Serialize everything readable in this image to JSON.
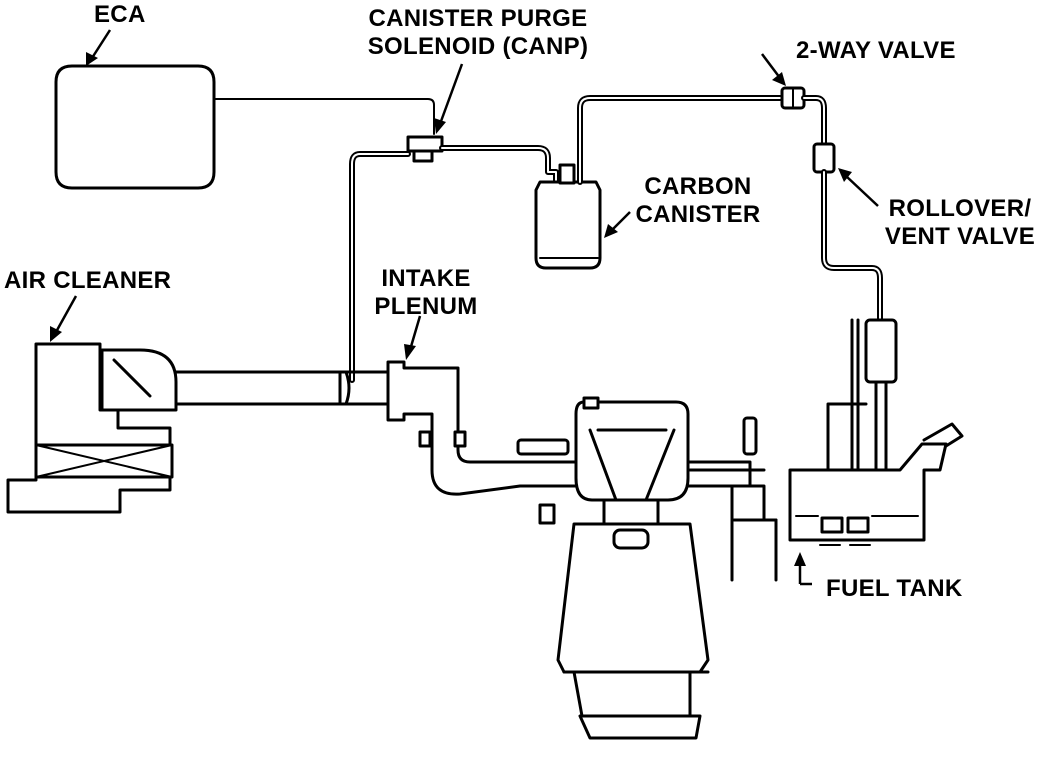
{
  "labels": {
    "eca": "ECA",
    "canp_line1": "CANISTER PURGE",
    "canp_line2": "SOLENOID (CANP)",
    "two_way_valve": "2-WAY VALVE",
    "carbon_line1": "CARBON",
    "carbon_line2": "CANISTER",
    "rollover_line1": "ROLLOVER/",
    "rollover_line2": "VENT VALVE",
    "air_cleaner": "AIR CLEANER",
    "intake_line1": "INTAKE",
    "intake_line2": "PLENUM",
    "fuel_tank": "FUEL TANK"
  }
}
